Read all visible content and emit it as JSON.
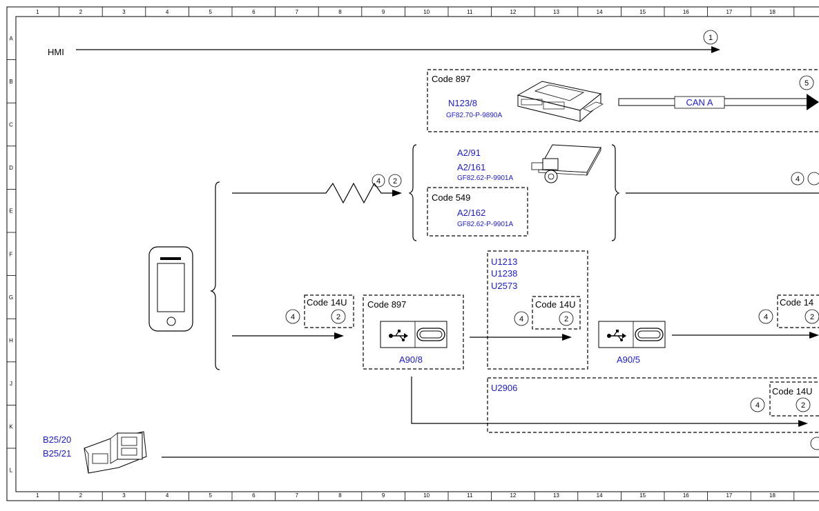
{
  "grid": {
    "columns": [
      "1",
      "2",
      "3",
      "4",
      "5",
      "6",
      "7",
      "8",
      "9",
      "10",
      "11",
      "12",
      "13",
      "14",
      "15",
      "16",
      "17",
      "18"
    ],
    "rows": [
      "A",
      "B",
      "C",
      "D",
      "E",
      "F",
      "G",
      "H",
      "J",
      "K",
      "L"
    ]
  },
  "labels": {
    "hmi": "HMI",
    "code_897_top": "Code 897",
    "n123_8": "N123/8",
    "gf_n123": "GF82.70-P-9890A",
    "can_a": "CAN A",
    "a2_91": "A2/91",
    "a2_161": "A2/161",
    "gf_a2_161": "GF82.62-P-9901A",
    "code_549": "Code 549",
    "a2_162": "A2/162",
    "gf_a2_162": "GF82.62-P-9901A",
    "u1213": "U1213",
    "u1238": "U1238",
    "u2573": "U2573",
    "code_14u_left": "Code 14U",
    "code_897_usb": "Code 897",
    "a90_8": "A90/8",
    "code_14u_mid": "Code 14U",
    "a90_5": "A90/5",
    "code_14u_right": "Code 14",
    "u2906": "U2906",
    "code_14u_bottom": "Code 14U",
    "b25_20": "B25/20",
    "b25_21": "B25/21"
  },
  "circles": {
    "c1": "1",
    "c5": "5",
    "c4_wave": "4",
    "c2_wave": "2",
    "c4_right_e": "4",
    "c4_left_h": "4",
    "c2_left_h": "2",
    "c4_mid_h": "4",
    "c2_mid_h": "2",
    "c4_right_h": "4",
    "c2_right_h": "2",
    "c4_bottom": "4",
    "c2_bottom": "2"
  },
  "icons": {
    "smartphone": "smartphone-icon",
    "control_unit": "control-unit-icon",
    "antenna_module": "antenna-module-icon",
    "usb_port_a90_8": "usb-c-port-icon",
    "usb_port_a90_5": "usb-c-port-icon",
    "speaker_connector": "connector-icon"
  }
}
